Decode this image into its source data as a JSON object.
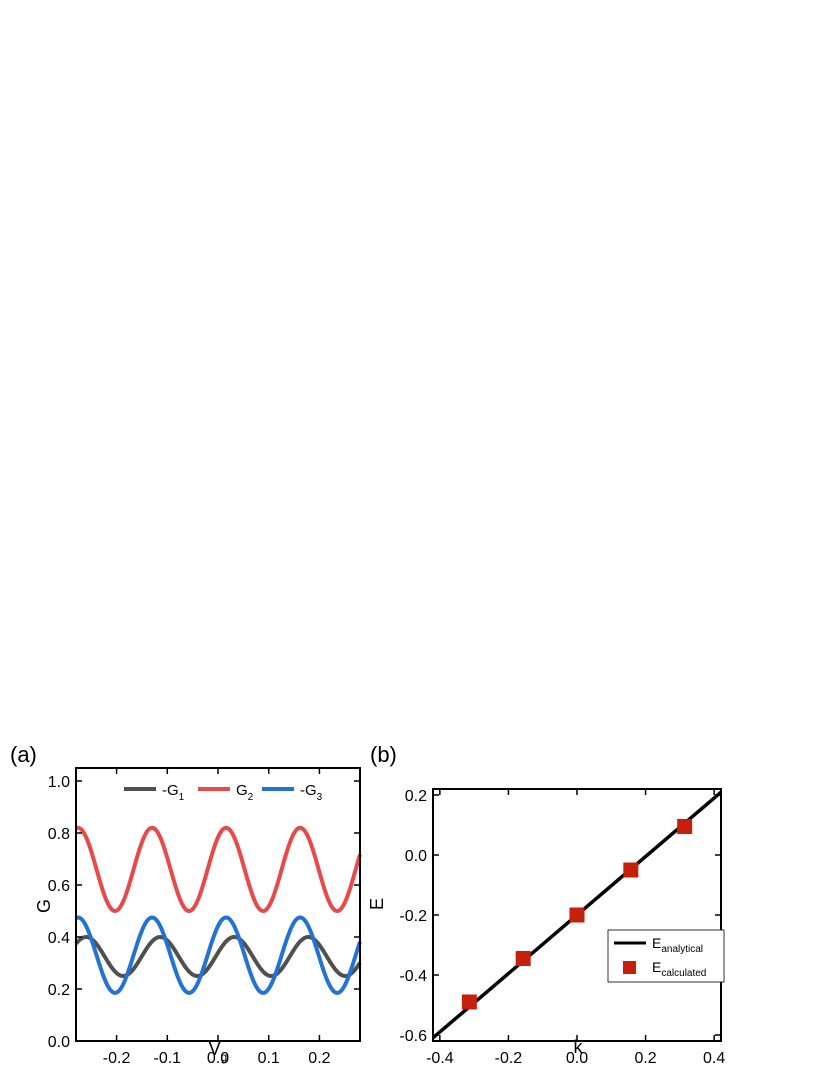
{
  "chart_data": [
    {
      "panel_label": "(a)",
      "type": "line",
      "xlabel_main": "V",
      "xlabel_sub": "g",
      "ylabel": "G",
      "xlim": [
        -0.28,
        0.28
      ],
      "ylim": [
        0.0,
        1.05
      ],
      "xticks": [
        "-0.2",
        "-0.1",
        "0.0",
        "0.1",
        "0.2"
      ],
      "xtick_values": [
        -0.2,
        -0.1,
        0.0,
        0.1,
        0.2
      ],
      "yticks": [
        "0.0",
        "0.2",
        "0.4",
        "0.6",
        "0.8",
        "1.0"
      ],
      "ytick_values": [
        0.0,
        0.2,
        0.4,
        0.6,
        0.8,
        1.0
      ],
      "legend_position": "top",
      "series": [
        {
          "name_main": "-G",
          "name_sub": "1",
          "color": "#505050",
          "offset": 0.325,
          "amplitude": 0.075,
          "period": 0.146,
          "peak_x": -0.26
        },
        {
          "name_main": "G",
          "name_sub": "2",
          "color": "#e84a4a",
          "offset": 0.66,
          "amplitude": 0.16,
          "period": 0.146,
          "peak_x": -0.13
        },
        {
          "name_main": "-G",
          "name_sub": "3",
          "color": "#2273d4",
          "offset": 0.33,
          "amplitude": 0.145,
          "period": 0.146,
          "peak_x": -0.13
        }
      ]
    },
    {
      "panel_label": "(b)",
      "type": "scatter",
      "xlabel": "k",
      "ylabel": "E",
      "xlim": [
        -0.42,
        0.42
      ],
      "ylim": [
        -0.62,
        0.22
      ],
      "xticks": [
        "-0.4",
        "-0.2",
        "0.0",
        "0.2",
        "0.4"
      ],
      "xtick_values": [
        -0.4,
        -0.2,
        0.0,
        0.2,
        0.4
      ],
      "yticks": [
        "-0.6",
        "-0.4",
        "-0.2",
        "0.0",
        "0.2"
      ],
      "ytick_values": [
        -0.6,
        -0.4,
        -0.2,
        0.0,
        0.2
      ],
      "legend_position": "bottom-right",
      "line": {
        "name_main": "E",
        "name_sub": "analytical",
        "color": "#000000",
        "slope": 0.975,
        "intercept": -0.2
      },
      "points": {
        "name_main": "E",
        "name_sub": "calculated",
        "color": "#c4200c",
        "x": [
          -0.314,
          -0.157,
          0.0,
          0.157,
          0.314
        ],
        "y": [
          -0.49,
          -0.345,
          -0.2,
          -0.05,
          0.095
        ]
      }
    }
  ]
}
